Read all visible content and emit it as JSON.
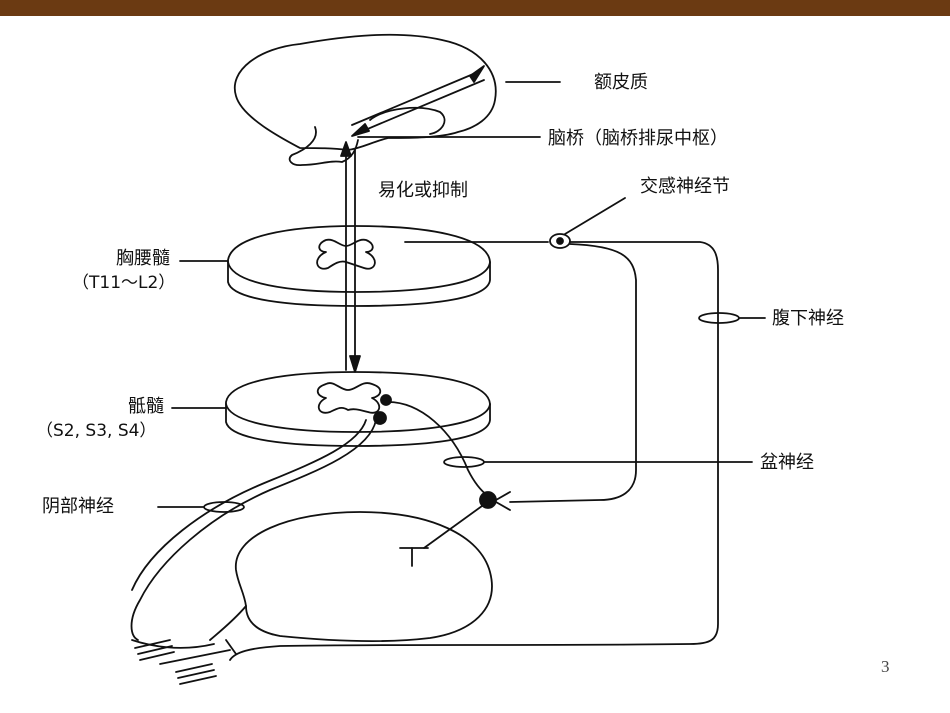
{
  "labels": {
    "frontal_cortex": "额皮质",
    "pons": "脑桥（脑桥排尿中枢）",
    "facilitate_inhibit": "易化或抑制",
    "sympathetic_ganglion": "交感神经节",
    "thoracolumbar_cord": "胸腰髓",
    "thoracolumbar_levels": "（T11～L2）",
    "hypogastric_nerve": "腹下神经",
    "sacral_cord": "骶髓",
    "sacral_levels": "（S2, S3, S4）",
    "pelvic_nerve": "盆神经",
    "pudendal_nerve": "阴部神经"
  },
  "page_number": "3"
}
